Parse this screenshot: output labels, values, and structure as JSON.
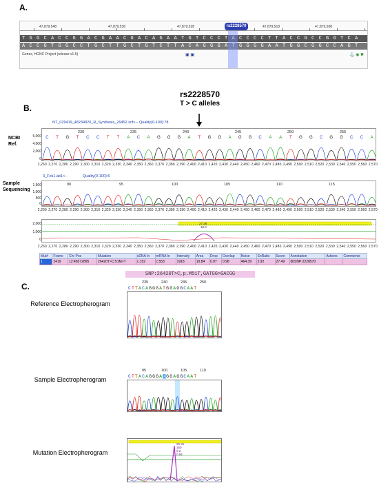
{
  "panels": {
    "a": "A.",
    "b": "B.",
    "c": "C."
  },
  "browser": {
    "positions": [
      "47,879,548",
      "47,879,538",
      "47,879,528",
      "47,879,518",
      "47,879,508"
    ],
    "snp_tag": "rs2228570",
    "forward_strand": "TGGCACCGGACGAACGACAGAATGTCCCTACCCCTTACCGCCGGTCA",
    "reverse_strand": "ACCGTGGCCTGCTTGCTGTCTTACAGGGATGGGGAATGGCGGCCAGT",
    "track_label": "Genes, HGNC Project (release v1.5)"
  },
  "snp_header": {
    "rsid": "rs2228570",
    "alleles": "T > C alleles"
  },
  "ncbi": {
    "label_line1": "NCBI",
    "label_line2": "Ref.",
    "file": "NT_029419_48234820_R_Synthesis_26452.scf<--",
    "quality": "Quality(0-100):78",
    "y_ticks": [
      "6,000",
      "4,000",
      "2,000",
      "0"
    ],
    "top_numbers": [
      "230",
      "235",
      "240",
      "245",
      "250",
      "255"
    ],
    "bases": [
      "C",
      "T",
      "G",
      "T",
      "C",
      "C",
      "T",
      "T",
      "A",
      "C",
      "A",
      "G",
      "G",
      "G",
      "A",
      "T",
      "G",
      "G",
      "A",
      "G",
      "G",
      "C",
      "A",
      "A",
      "T",
      "G",
      "G",
      "C",
      "G",
      "G",
      "C",
      "C",
      "A"
    ]
  },
  "sample": {
    "label_line1": "Sample",
    "label_line2": "Sequencing",
    "file": "3_Fok1.ab1<--",
    "quality": "Quality(0-100):5",
    "y_ticks": [
      "1,500",
      "1,000",
      "500",
      "0"
    ],
    "top_numbers": [
      "90",
      "95",
      "100",
      "105",
      "110",
      "115"
    ]
  },
  "mutation_trace": {
    "y_ticks": [
      "2,000",
      "1,000",
      "0"
    ],
    "peak_label_1": "27.49",
    "peak_label_2": "18.0"
  },
  "axis_labels": [
    "2,260",
    "2,270",
    "2,280",
    "2,290",
    "2,300",
    "2,310",
    "2,320",
    "2,330",
    "2,340",
    "2,350",
    "2,360",
    "2,370",
    "2,380",
    "2,390",
    "2,400",
    "2,410",
    "2,420",
    "2,430",
    "2,440",
    "2,450",
    "2,460",
    "2,470",
    "2,480",
    "2,490",
    "2,500",
    "2,510",
    "2,520",
    "2,530",
    "2,540",
    "2,550",
    "2,560",
    "2,570"
  ],
  "table": {
    "headers": [
      "Mut#",
      "Frame",
      "Chr Pos",
      "Mutation",
      "cDNA In",
      "mRNA In",
      "Intensity",
      "Area",
      "Drop",
      "Overlap",
      "Noise",
      "SnRatio",
      "Score",
      "Annotation",
      "Actions",
      "Comments"
    ],
    "row": [
      "1",
      "2419",
      "12:48272895",
      "26420T>C:51M>T",
      "c.152",
      "c.553",
      "1918",
      "10.84",
      "0.97",
      "0.98",
      "464.39",
      "2.92",
      "27.49",
      "dbSNP:2228570",
      "",
      ""
    ]
  },
  "panel_c": {
    "snp_desc": "SNP:26420T>C,p.M51T,GATGG>GACGG",
    "ref_label": "Reference Electropherogram",
    "ref_numbers": [
      "235",
      "240",
      "245",
      "250"
    ],
    "ref_seq": "CTTACAGGGATGGAGGCAAT",
    "sample_label": "Sample Electropherogram",
    "sample_numbers": [
      "95",
      "100",
      "105",
      "110"
    ],
    "sample_seq": "CTTACAGGGACGGAGGCAAT",
    "mutation_label": "Mutation Electropherogram",
    "mutation_values": [
      "25.31",
      "160",
      "0.2",
      "0.94"
    ]
  },
  "colors": {
    "A": "#1aa01a",
    "C": "#1a3fd8",
    "G": "#111111",
    "T": "#e02020",
    "highlight": "#4a8fe8"
  }
}
